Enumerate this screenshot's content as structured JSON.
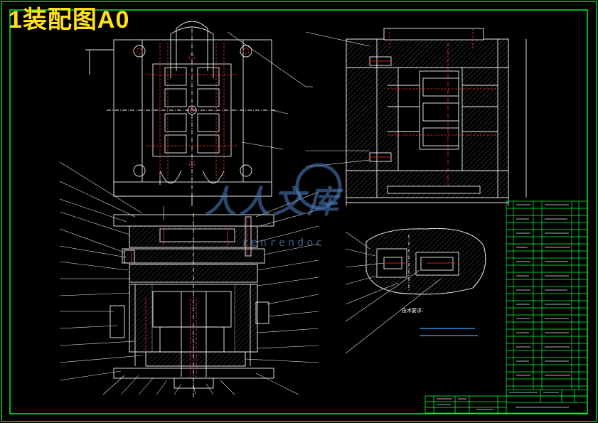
{
  "drawing_title": "1装配图A0",
  "watermark_text": "人人文库",
  "watermark_subtext": "renrendoc",
  "tech_requirements_label": "技术要求:",
  "colors": {
    "background": "#000000",
    "frame": "#00ff3c",
    "linework": "#f2f2f2",
    "cooling_channels": "#ff3030",
    "leader_lines": "#3aa7ff",
    "title": "#ffe21a",
    "watermark": "#4f82c8"
  }
}
